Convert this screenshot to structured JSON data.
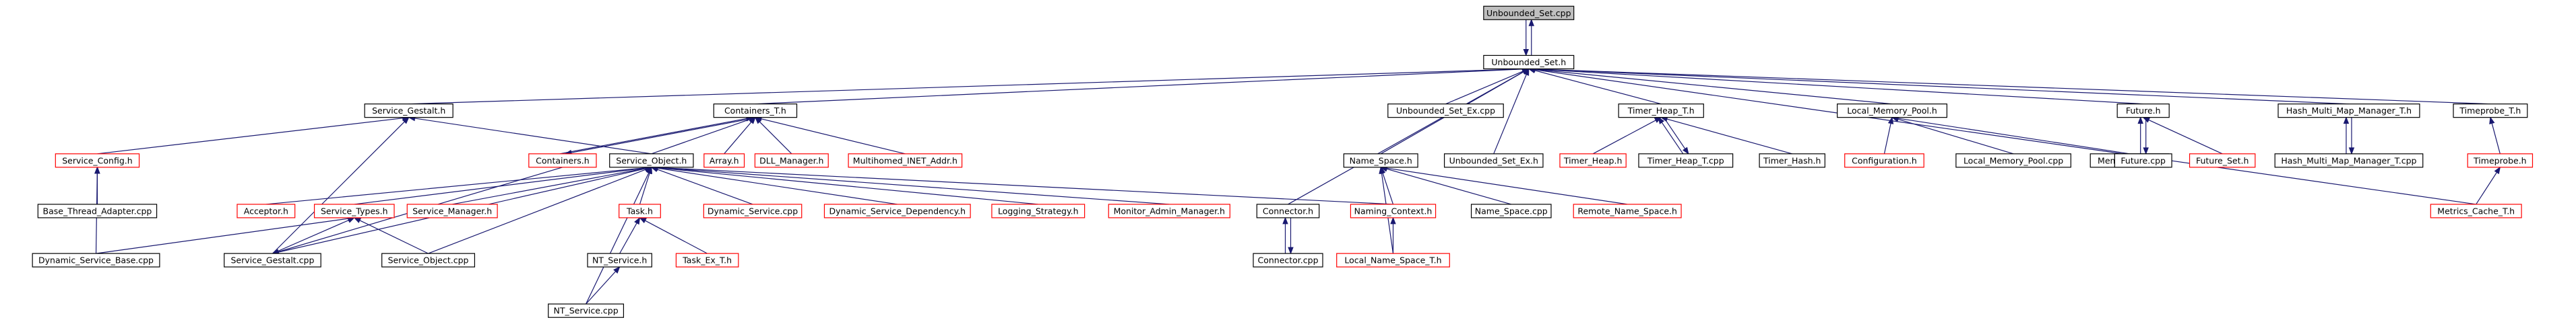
{
  "graph_title": "",
  "colors": {
    "edge": "#191970",
    "documented_border": "#000000",
    "undocumented_border": "#ff0000",
    "root_fill": "#bfbfbf"
  },
  "nodes": [
    {
      "id": "unbounded_set_cpp",
      "label": "Unbounded_Set.cpp",
      "style": "root"
    },
    {
      "id": "unbounded_set_h",
      "label": "Unbounded_Set.h",
      "style": "black"
    },
    {
      "id": "service_gestalt_h",
      "label": "Service_Gestalt.h",
      "style": "black"
    },
    {
      "id": "containers_t_h",
      "label": "Containers_T.h",
      "style": "black"
    },
    {
      "id": "unbounded_set_ex_cpp",
      "label": "Unbounded_Set_Ex.cpp",
      "style": "black"
    },
    {
      "id": "timer_heap_t_h",
      "label": "Timer_Heap_T.h",
      "style": "black"
    },
    {
      "id": "local_memory_pool_h",
      "label": "Local_Memory_Pool.h",
      "style": "black"
    },
    {
      "id": "future_h",
      "label": "Future.h",
      "style": "black"
    },
    {
      "id": "hash_multi_map_manager_t_h",
      "label": "Hash_Multi_Map_Manager_T.h",
      "style": "black"
    },
    {
      "id": "timeprobe_t_h",
      "label": "Timeprobe_T.h",
      "style": "black"
    },
    {
      "id": "service_config_h",
      "label": "Service_Config.h",
      "style": "red"
    },
    {
      "id": "containers_h",
      "label": "Containers.h",
      "style": "red"
    },
    {
      "id": "service_object_h",
      "label": "Service_Object.h",
      "style": "black"
    },
    {
      "id": "array_h",
      "label": "Array.h",
      "style": "red"
    },
    {
      "id": "dll_manager_h",
      "label": "DLL_Manager.h",
      "style": "red"
    },
    {
      "id": "multihomed_inet_addr_h",
      "label": "Multihomed_INET_Addr.h",
      "style": "red"
    },
    {
      "id": "name_space_h",
      "label": "Name_Space.h",
      "style": "black"
    },
    {
      "id": "unbounded_set_ex_h",
      "label": "Unbounded_Set_Ex.h",
      "style": "black"
    },
    {
      "id": "timer_heap_h",
      "label": "Timer_Heap.h",
      "style": "red"
    },
    {
      "id": "timer_heap_t_cpp",
      "label": "Timer_Heap_T.cpp",
      "style": "black"
    },
    {
      "id": "timer_hash_h",
      "label": "Timer_Hash.h",
      "style": "black"
    },
    {
      "id": "configuration_h",
      "label": "Configuration.h",
      "style": "red"
    },
    {
      "id": "local_memory_pool_cpp",
      "label": "Local_Memory_Pool.cpp",
      "style": "black"
    },
    {
      "id": "memory_pool_h",
      "label": "Memory_Pool.h",
      "style": "black"
    },
    {
      "id": "future_cpp",
      "label": "Future.cpp",
      "style": "black"
    },
    {
      "id": "future_set_h",
      "label": "Future_Set.h",
      "style": "red"
    },
    {
      "id": "hash_multi_map_manager_t_cpp",
      "label": "Hash_Multi_Map_Manager_T.cpp",
      "style": "black"
    },
    {
      "id": "timeprobe_h",
      "label": "Timeprobe.h",
      "style": "red"
    },
    {
      "id": "base_thread_adapter_cpp",
      "label": "Base_Thread_Adapter.cpp",
      "style": "black"
    },
    {
      "id": "acceptor_h",
      "label": "Acceptor.h",
      "style": "red"
    },
    {
      "id": "service_types_h",
      "label": "Service_Types.h",
      "style": "red"
    },
    {
      "id": "service_manager_h",
      "label": "Service_Manager.h",
      "style": "red"
    },
    {
      "id": "task_h",
      "label": "Task.h",
      "style": "red"
    },
    {
      "id": "dynamic_service_cpp",
      "label": "Dynamic_Service.cpp",
      "style": "red"
    },
    {
      "id": "dynamic_service_dependency_h",
      "label": "Dynamic_Service_Dependency.h",
      "style": "red"
    },
    {
      "id": "logging_strategy_h",
      "label": "Logging_Strategy.h",
      "style": "red"
    },
    {
      "id": "monitor_admin_manager_h",
      "label": "Monitor_Admin_Manager.h",
      "style": "red"
    },
    {
      "id": "connector_h",
      "label": "Connector.h",
      "style": "black"
    },
    {
      "id": "naming_context_h",
      "label": "Naming_Context.h",
      "style": "red"
    },
    {
      "id": "name_space_cpp",
      "label": "Name_Space.cpp",
      "style": "black"
    },
    {
      "id": "remote_name_space_h",
      "label": "Remote_Name_Space.h",
      "style": "red"
    },
    {
      "id": "metrics_cache_t_h",
      "label": "Metrics_Cache_T.h",
      "style": "red"
    },
    {
      "id": "dynamic_service_base_cpp",
      "label": "Dynamic_Service_Base.cpp",
      "style": "black"
    },
    {
      "id": "service_gestalt_cpp",
      "label": "Service_Gestalt.cpp",
      "style": "black"
    },
    {
      "id": "service_object_cpp",
      "label": "Service_Object.cpp",
      "style": "black"
    },
    {
      "id": "nt_service_h",
      "label": "NT_Service.h",
      "style": "black"
    },
    {
      "id": "task_ex_t_h",
      "label": "Task_Ex_T.h",
      "style": "red"
    },
    {
      "id": "connector_cpp",
      "label": "Connector.cpp",
      "style": "black"
    },
    {
      "id": "local_name_space_t_h",
      "label": "Local_Name_Space_T.h",
      "style": "red"
    },
    {
      "id": "nt_service_cpp",
      "label": "NT_Service.cpp",
      "style": "black"
    }
  ],
  "edges": [
    [
      "unbounded_set_h",
      "unbounded_set_cpp"
    ],
    [
      "unbounded_set_cpp",
      "unbounded_set_h"
    ],
    [
      "service_gestalt_h",
      "unbounded_set_h"
    ],
    [
      "containers_t_h",
      "unbounded_set_h"
    ],
    [
      "unbounded_set_ex_cpp",
      "unbounded_set_h"
    ],
    [
      "timer_heap_t_h",
      "unbounded_set_h"
    ],
    [
      "local_memory_pool_h",
      "unbounded_set_h"
    ],
    [
      "future_h",
      "unbounded_set_h"
    ],
    [
      "hash_multi_map_manager_t_h",
      "unbounded_set_h"
    ],
    [
      "timeprobe_t_h",
      "unbounded_set_h"
    ],
    [
      "name_space_h",
      "unbounded_set_h"
    ],
    [
      "unbounded_set_ex_h",
      "unbounded_set_h"
    ],
    [
      "connector_h",
      "unbounded_set_h"
    ],
    [
      "metrics_cache_t_h",
      "unbounded_set_h"
    ],
    [
      "service_config_h",
      "service_gestalt_h"
    ],
    [
      "service_object_h",
      "service_gestalt_h"
    ],
    [
      "service_gestalt_cpp",
      "service_gestalt_h"
    ],
    [
      "containers_h",
      "containers_t_h"
    ],
    [
      "containers_t_h",
      "containers_h"
    ],
    [
      "service_object_h",
      "containers_t_h"
    ],
    [
      "array_h",
      "containers_t_h"
    ],
    [
      "dll_manager_h",
      "containers_t_h"
    ],
    [
      "multihomed_inet_addr_h",
      "containers_t_h"
    ],
    [
      "timer_heap_h",
      "timer_heap_t_h"
    ],
    [
      "timer_heap_t_cpp",
      "timer_heap_t_h"
    ],
    [
      "timer_heap_t_h",
      "timer_heap_t_cpp"
    ],
    [
      "timer_hash_h",
      "timer_heap_t_h"
    ],
    [
      "configuration_h",
      "local_memory_pool_h"
    ],
    [
      "local_memory_pool_cpp",
      "local_memory_pool_h"
    ],
    [
      "memory_pool_h",
      "local_memory_pool_h"
    ],
    [
      "future_cpp",
      "future_h"
    ],
    [
      "future_h",
      "future_cpp"
    ],
    [
      "future_set_h",
      "future_h"
    ],
    [
      "hash_multi_map_manager_t_cpp",
      "hash_multi_map_manager_t_h"
    ],
    [
      "hash_multi_map_manager_t_h",
      "hash_multi_map_manager_t_cpp"
    ],
    [
      "timeprobe_h",
      "timeprobe_t_h"
    ],
    [
      "metrics_cache_t_h",
      "timeprobe_h"
    ],
    [
      "base_thread_adapter_cpp",
      "service_config_h"
    ],
    [
      "dynamic_service_base_cpp",
      "service_config_h"
    ],
    [
      "acceptor_h",
      "service_object_h"
    ],
    [
      "service_types_h",
      "service_object_h"
    ],
    [
      "service_manager_h",
      "service_object_h"
    ],
    [
      "task_h",
      "service_object_h"
    ],
    [
      "dynamic_service_cpp",
      "service_object_h"
    ],
    [
      "dynamic_service_dependency_h",
      "service_object_h"
    ],
    [
      "logging_strategy_h",
      "service_object_h"
    ],
    [
      "monitor_admin_manager_h",
      "service_object_h"
    ],
    [
      "naming_context_h",
      "service_object_h"
    ],
    [
      "service_object_cpp",
      "service_object_h"
    ],
    [
      "nt_service_cpp",
      "service_object_h"
    ],
    [
      "service_gestalt_cpp",
      "service_object_h"
    ],
    [
      "containers_h",
      "service_gestalt_cpp"
    ],
    [
      "dynamic_service_base_cpp",
      "service_types_h"
    ],
    [
      "service_gestalt_cpp",
      "service_types_h"
    ],
    [
      "service_object_cpp",
      "service_types_h"
    ],
    [
      "nt_service_h",
      "task_h"
    ],
    [
      "task_ex_t_h",
      "task_h"
    ],
    [
      "nt_service_cpp",
      "nt_service_h"
    ],
    [
      "connector_cpp",
      "connector_h"
    ],
    [
      "connector_h",
      "connector_cpp"
    ],
    [
      "naming_context_h",
      "name_space_h"
    ],
    [
      "name_space_cpp",
      "name_space_h"
    ],
    [
      "remote_name_space_h",
      "name_space_h"
    ],
    [
      "local_name_space_t_h",
      "name_space_h"
    ],
    [
      "local_name_space_t_h",
      "naming_context_h"
    ]
  ]
}
